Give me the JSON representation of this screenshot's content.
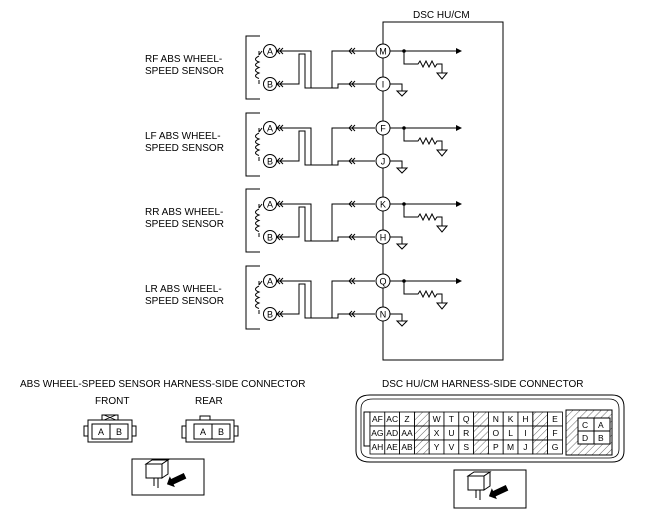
{
  "module": {
    "title": "DSC HU/CM"
  },
  "sensors": [
    {
      "line1": "RF ABS WHEEL-",
      "line2": "SPEED SENSOR",
      "pin_a": "A",
      "pin_b": "B",
      "term_1": "M",
      "term_2": "I"
    },
    {
      "line1": "LF ABS WHEEL-",
      "line2": "SPEED SENSOR",
      "pin_a": "A",
      "pin_b": "B",
      "term_1": "F",
      "term_2": "J"
    },
    {
      "line1": "RR ABS WHEEL-",
      "line2": "SPEED SENSOR",
      "pin_a": "A",
      "pin_b": "B",
      "term_1": "K",
      "term_2": "H"
    },
    {
      "line1": "LR ABS WHEEL-",
      "line2": "SPEED SENSOR",
      "pin_a": "A",
      "pin_b": "B",
      "term_1": "Q",
      "term_2": "N"
    }
  ],
  "sensor_connector": {
    "title": "ABS WHEEL-SPEED SENSOR HARNESS-SIDE CONNECTOR",
    "front_label": "FRONT",
    "rear_label": "REAR",
    "front_pins": [
      "A",
      "B"
    ],
    "rear_pins": [
      "A",
      "B"
    ]
  },
  "dsc_connector": {
    "title": "DSC HU/CM HARNESS-SIDE CONNECTOR",
    "rows": [
      [
        "AF",
        "AC",
        "Z",
        "",
        "W",
        "T",
        "Q",
        "",
        "N",
        "K",
        "H",
        "",
        "E"
      ],
      [
        "AG",
        "AD",
        "AA",
        "",
        "X",
        "U",
        "R",
        "",
        "O",
        "L",
        "I",
        "",
        "F"
      ],
      [
        "AH",
        "AE",
        "AB",
        "",
        "Y",
        "V",
        "S",
        "",
        "P",
        "M",
        "J",
        "",
        "G"
      ]
    ],
    "side_pins": [
      [
        "C",
        "A"
      ],
      [
        "D",
        "B"
      ]
    ]
  }
}
